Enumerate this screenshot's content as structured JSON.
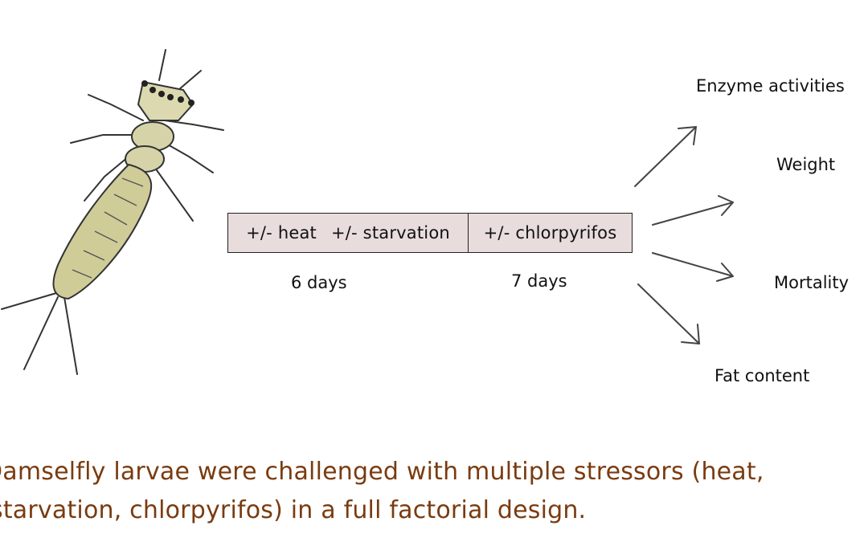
{
  "timeline": {
    "phase1_heat": "+/- heat",
    "phase1_starvation": "+/- starvation",
    "phase2": "+/- chlorpyrifos",
    "duration1": "6 days",
    "duration2": "7 days"
  },
  "outcomes": {
    "enzyme": "Enzyme activities",
    "weight": "Weight",
    "mortality": "Mortality",
    "fat": "Fat content"
  },
  "caption": {
    "line1": "Damselfly larvae were challenged with multiple stressors (heat,",
    "line2": "starvation, chlorpyrifos) in a full factorial design."
  },
  "colors": {
    "box_fill": "#e8dcdc",
    "caption": "#7a3b10",
    "larva_body": "#d6d3a8"
  }
}
